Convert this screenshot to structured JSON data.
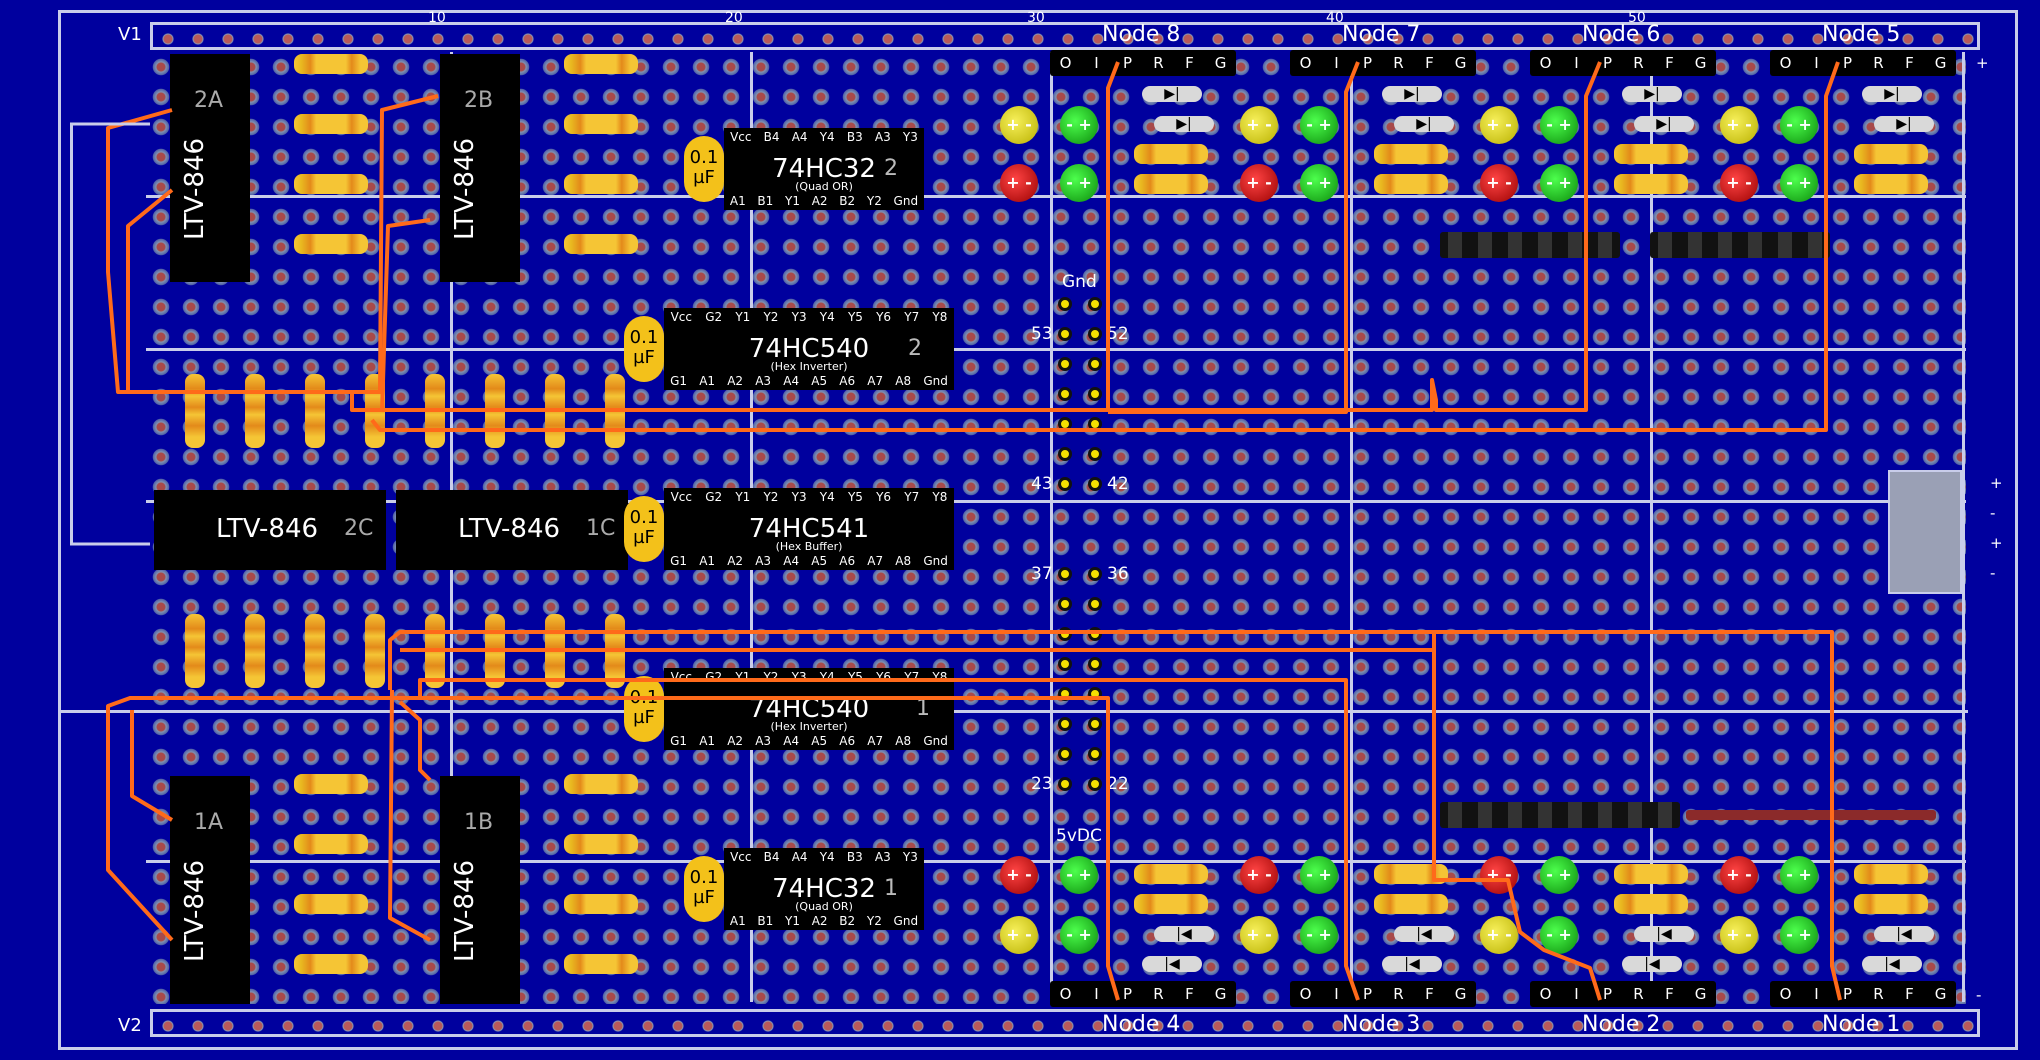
{
  "rails": {
    "top": "V1",
    "bottom": "V2"
  },
  "ruler": [
    "10",
    "20",
    "30",
    "40",
    "50"
  ],
  "nodes_top": [
    "Node 8",
    "Node 7",
    "Node 6",
    "Node 5"
  ],
  "nodes_bottom": [
    "Node 4",
    "Node 3",
    "Node 2",
    "Node 1"
  ],
  "header_pins": [
    "O",
    "I",
    "P",
    "R",
    "F",
    "G"
  ],
  "cap_value": "0.1 µF",
  "chips": [
    {
      "name": "74HC32",
      "sub": "(Quad OR)",
      "num": "2",
      "top_pins": [
        "Vcc",
        "B4",
        "A4",
        "Y4",
        "B3",
        "A3",
        "Y3"
      ],
      "bottom_pins": [
        "A1",
        "B1",
        "Y1",
        "A2",
        "B2",
        "Y2",
        "Gnd"
      ]
    },
    {
      "name": "74HC540",
      "sub": "(Hex Inverter)",
      "num": "2",
      "top_pins": [
        "Vcc",
        "G2",
        "Y1",
        "Y2",
        "Y3",
        "Y4",
        "Y5",
        "Y6",
        "Y7",
        "Y8"
      ],
      "bottom_pins": [
        "G1",
        "A1",
        "A2",
        "A3",
        "A4",
        "A5",
        "A6",
        "A7",
        "A8",
        "Gnd"
      ]
    },
    {
      "name": "74HC541",
      "sub": "(Hex Buffer)",
      "num": "",
      "top_pins": [
        "Vcc",
        "G2",
        "Y1",
        "Y2",
        "Y3",
        "Y4",
        "Y5",
        "Y6",
        "Y7",
        "Y8"
      ],
      "bottom_pins": [
        "G1",
        "A1",
        "A2",
        "A3",
        "A4",
        "A5",
        "A6",
        "A7",
        "A8",
        "Gnd"
      ]
    },
    {
      "name": "74HC540",
      "sub": "(Hex Inverter)",
      "num": "1",
      "top_pins": [
        "Vcc",
        "G2",
        "Y1",
        "Y2",
        "Y3",
        "Y4",
        "Y5",
        "Y6",
        "Y7",
        "Y8"
      ],
      "bottom_pins": [
        "G1",
        "A1",
        "A2",
        "A3",
        "A4",
        "A5",
        "A6",
        "A7",
        "A8",
        "Gnd"
      ]
    },
    {
      "name": "74HC32",
      "sub": "(Quad OR)",
      "num": "1",
      "top_pins": [
        "Vcc",
        "B4",
        "A4",
        "Y4",
        "B3",
        "A3",
        "Y3"
      ],
      "bottom_pins": [
        "A1",
        "B1",
        "Y1",
        "A2",
        "B2",
        "Y2",
        "Gnd"
      ]
    }
  ],
  "optos": {
    "name": "LTV-846",
    "tags": [
      "2A",
      "2B",
      "2C",
      "1C",
      "1A",
      "1B"
    ]
  },
  "pin_labels": [
    "Gnd",
    "53",
    "52",
    "43",
    "42",
    "37",
    "36",
    "23",
    "22",
    "5vDC"
  ],
  "power": [
    "+",
    "-",
    "+",
    "-",
    "+",
    "-"
  ],
  "led_signs": {
    "plus_minus": "+ -",
    "minus_plus": "- +"
  }
}
